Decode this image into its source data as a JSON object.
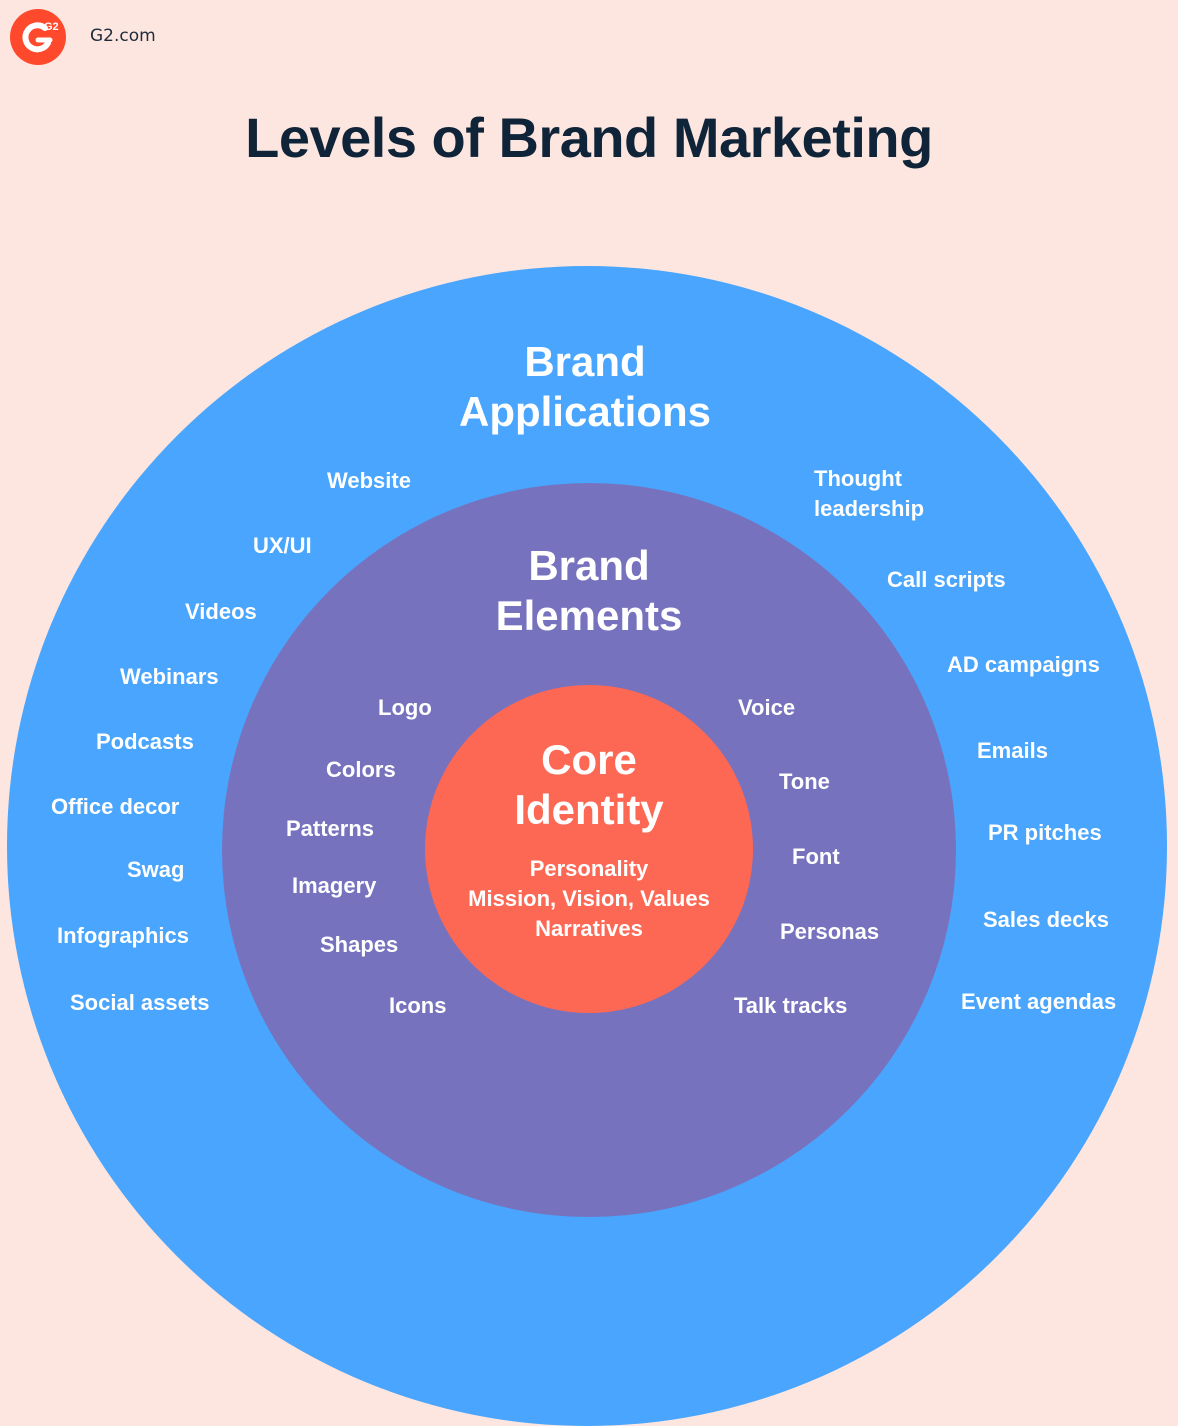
{
  "header": {
    "logo_text": "G2",
    "site": "G2.com",
    "title": "Levels of Brand Marketing"
  },
  "colors": {
    "background": "#fde6e0",
    "brand_applications": "#49a5fd",
    "brand_elements": "#7772be",
    "core_identity": "#fd6854",
    "logo": "#ff492c",
    "title": "#0f2438"
  },
  "brand_applications": {
    "heading_line1": "Brand",
    "heading_line2": "Applications",
    "left_items": [
      "Website",
      "UX/UI",
      "Videos",
      "Webinars",
      "Podcasts",
      "Office decor",
      "Swag",
      "Infographics",
      "Social assets"
    ],
    "right_items": [
      "Thought leadership",
      "Call scripts",
      "AD campaigns",
      "Emails",
      "PR pitches",
      "Sales decks",
      "Event agendas"
    ]
  },
  "brand_elements": {
    "heading_line1": "Brand",
    "heading_line2": "Elements",
    "left_items": [
      "Logo",
      "Colors",
      "Patterns",
      "Imagery",
      "Shapes",
      "Icons"
    ],
    "right_items": [
      "Voice",
      "Tone",
      "Font",
      "Personas",
      "Talk tracks"
    ]
  },
  "core_identity": {
    "heading_line1": "Core",
    "heading_line2": "Identity",
    "lines": [
      "Personality",
      "Mission, Vision, Values",
      "Narratives"
    ]
  }
}
